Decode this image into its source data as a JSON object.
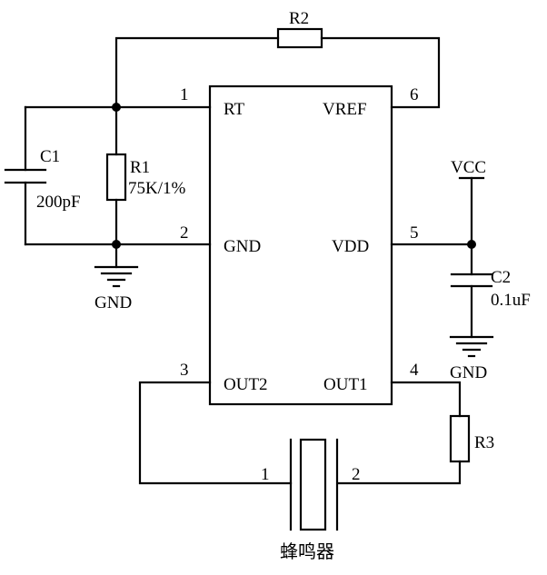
{
  "chip": {
    "pins": {
      "rt": {
        "name": "RT",
        "number": "1"
      },
      "gnd": {
        "name": "GND",
        "number": "2"
      },
      "out2": {
        "name": "OUT2",
        "number": "3"
      },
      "out1": {
        "name": "OUT1",
        "number": "4"
      },
      "vdd": {
        "name": "VDD",
        "number": "5"
      },
      "vref": {
        "name": "VREF",
        "number": "6"
      }
    }
  },
  "components": {
    "r1": {
      "ref": "R1",
      "value": "75K/1%"
    },
    "r2": {
      "ref": "R2"
    },
    "r3": {
      "ref": "R3"
    },
    "c1": {
      "ref": "C1",
      "value": "200pF"
    },
    "c2": {
      "ref": "C2",
      "value": "0.1uF"
    },
    "buzzer": {
      "label": "蜂鸣器",
      "pin1": "1",
      "pin2": "2"
    }
  },
  "nets": {
    "vcc": "VCC",
    "gnd_left": "GND",
    "gnd_right": "GND"
  }
}
